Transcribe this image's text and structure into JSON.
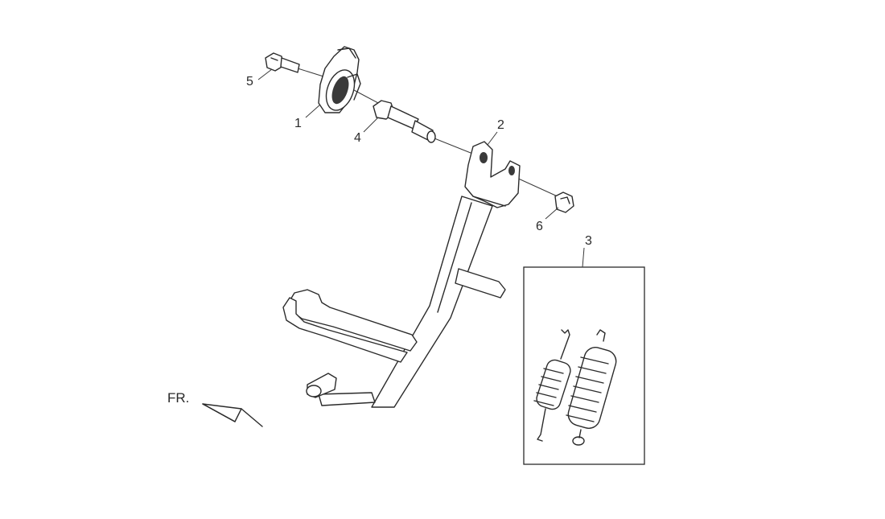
{
  "diagram": {
    "callouts": {
      "c1": "1",
      "c2": "2",
      "c3": "3",
      "c4": "4",
      "c5": "5",
      "c6": "6"
    },
    "front_indicator": "FR."
  }
}
